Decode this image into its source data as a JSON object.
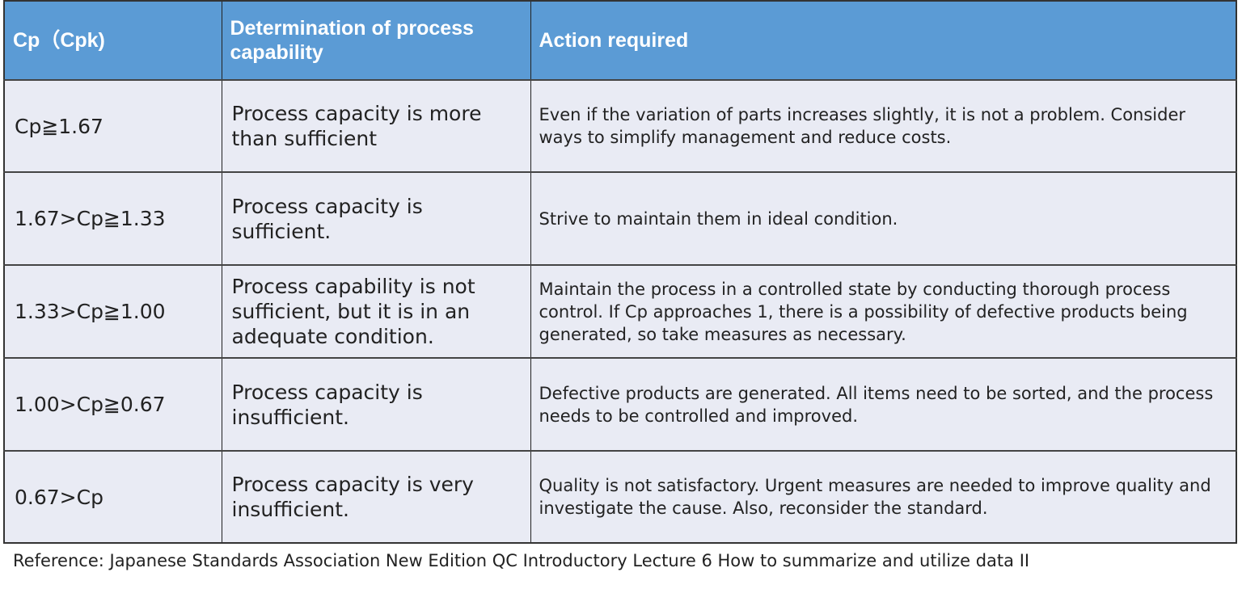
{
  "table": {
    "headers": [
      "Cp（Cpk)",
      "Determination of process capability",
      "Action required"
    ],
    "header_color": "#5b9bd5",
    "cell_color": "#e9ebf4",
    "rows": [
      {
        "cp": "Cp≧1.67",
        "determination": "Process capacity is more than sufficient",
        "action": "Even if the variation of parts increases slightly, it is not a problem. Consider ways to simplify management and reduce costs."
      },
      {
        "cp": "1.67>Cp≧1.33",
        "determination": "Process capacity is sufficient.",
        "action": "Strive to maintain them in ideal condition."
      },
      {
        "cp": "1.33>Cp≧1.00",
        "determination": "Process capability is not sufficient, but it is in an adequate condition.",
        "action": "Maintain the process in a controlled state by conducting thorough process control. If Cp approaches 1, there is a possibility of defective products being generated, so take measures as necessary."
      },
      {
        "cp": "1.00>Cp≧0.67",
        "determination": "Process capacity is insufficient.",
        "action": "Defective products are generated. All items need to be sorted, and the process needs to be controlled and improved."
      },
      {
        "cp": "0.67>Cp",
        "determination": "Process capacity is very insufficient.",
        "action": "Quality is not satisfactory. Urgent measures are needed to improve quality and investigate the cause. Also, reconsider the standard."
      }
    ]
  },
  "reference": "Reference: Japanese Standards Association New Edition QC Introductory Lecture 6 How to summarize and utilize data II"
}
